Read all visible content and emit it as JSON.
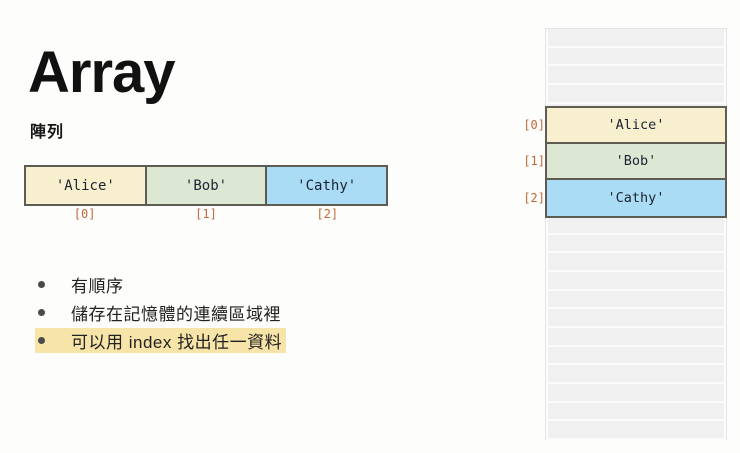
{
  "slide": {
    "title": "Array",
    "subtitle": "陣列",
    "background_color": "#fdfdfb"
  },
  "colors": {
    "cell_yellow": "#f8efce",
    "cell_green": "#dde8d4",
    "cell_blue": "#aadcf5",
    "cell_border": "#5d5b52",
    "index_label": "#c1693c",
    "highlight": "#f7e4a8",
    "memory_empty": "#f0f0f0"
  },
  "array": {
    "cells": [
      {
        "value": "'Alice'",
        "index": "[0]"
      },
      {
        "value": "'Bob'",
        "index": "[1]"
      },
      {
        "value": "'Cathy'",
        "index": "[2]"
      }
    ]
  },
  "bullets": [
    {
      "text": "有順序",
      "highlighted": false
    },
    {
      "text": "儲存在記憶體的連續區域裡",
      "highlighted": false
    },
    {
      "text": "可以用 index 找出任一資料",
      "highlighted": true
    }
  ],
  "memory": {
    "empty_cells_above": 4,
    "empty_cells_below": 13,
    "data_cells": [
      {
        "value": "'Alice'",
        "index": "[0]"
      },
      {
        "value": "'Bob'",
        "index": "[1]"
      },
      {
        "value": "'Cathy'",
        "index": "[2]"
      }
    ]
  }
}
